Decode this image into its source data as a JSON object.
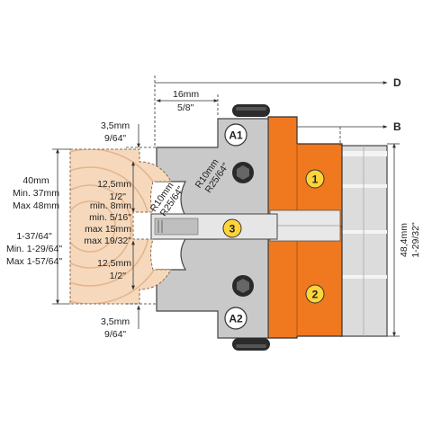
{
  "labels": {
    "D": "D",
    "B": "B",
    "width_mm": "16mm",
    "width_in": "5/8\"",
    "top_gap_mm": "3,5mm",
    "top_gap_in": "9/64\"",
    "bottom_gap_mm": "3,5mm",
    "bottom_gap_in": "9/64\"",
    "height_mm": "40mm",
    "height_min_mm": "Min. 37mm",
    "height_max_mm": "Max 48mm",
    "height_in": "1-37/64\"",
    "height_min_in": "Min. 1-29/64\"",
    "height_max_in": "Max 1-57/64\"",
    "upper_offset_mm": "12,5mm",
    "upper_offset_in": "1/2\"",
    "lower_offset_mm": "12,5mm",
    "lower_offset_in": "1/2\"",
    "groove_min_mm": "min. 8mm",
    "groove_min_in": "min. 5/16\"",
    "groove_max_mm": "max 15mm",
    "groove_max_in": "max 19/32\"",
    "radius1_mm": "R10mm",
    "radius1_in": "R25/64\"",
    "radius2_mm": "R10mm",
    "radius2_in": "R25/64\"",
    "knife_a1": "A1",
    "knife_a2": "A2",
    "part_1": "1",
    "part_2": "2",
    "part_3": "3",
    "overall_mm": "48,4mm",
    "overall_in": "1-29/32\""
  },
  "colors": {
    "wood": "#f6d9bc",
    "wood_grain": "#e4b58e",
    "steel": "#c9c9c9",
    "steel_dark": "#9c9c9c",
    "orange": "#f0781e",
    "orange_dark": "#b4530c",
    "shank": "#e4e4e4",
    "line": "#333333"
  }
}
